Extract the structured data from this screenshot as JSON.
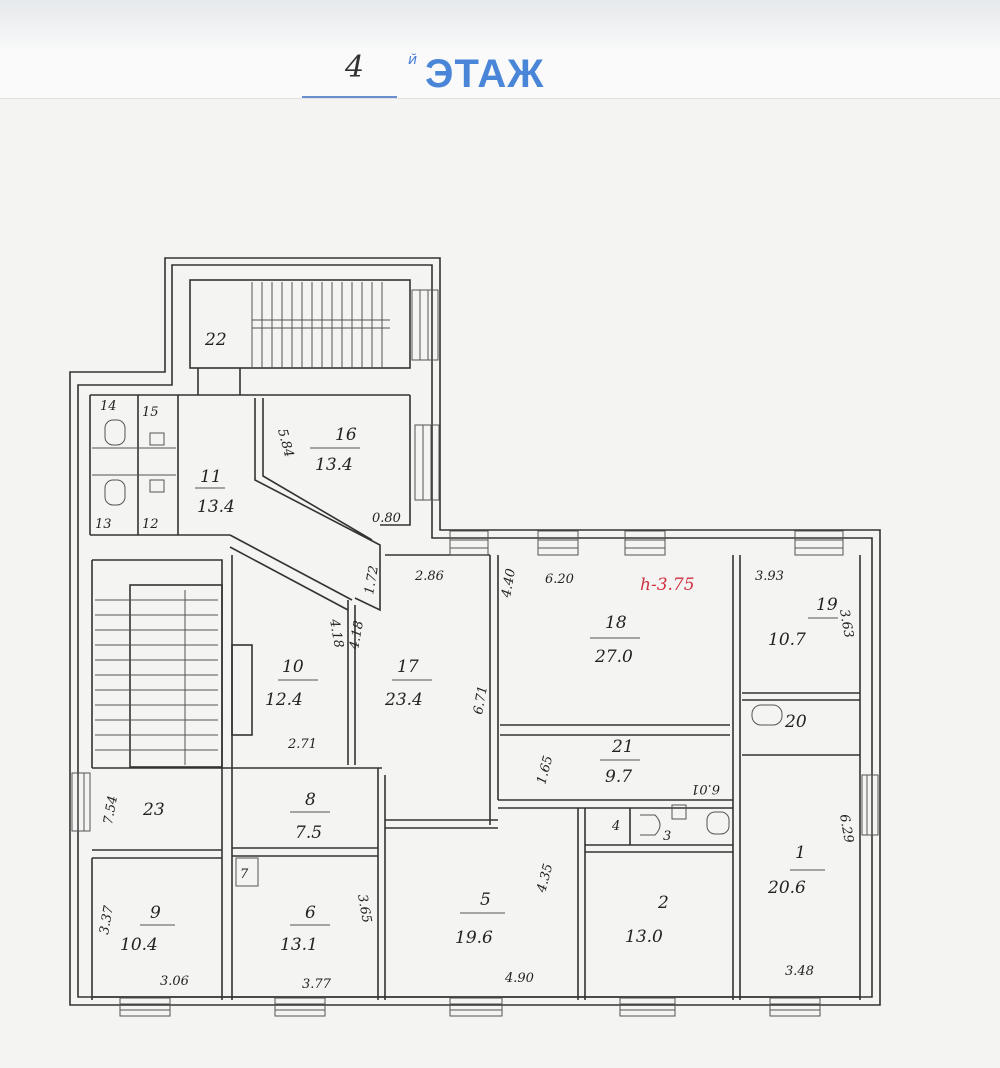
{
  "header": {
    "floor_number": "4",
    "floor_suffix": "й",
    "floor_word": "ЭТАЖ"
  },
  "ceiling_height": "h-3.75",
  "rooms": [
    {
      "number": "22",
      "area": ""
    },
    {
      "number": "14",
      "area": ""
    },
    {
      "number": "15",
      "area": ""
    },
    {
      "number": "13",
      "area": ""
    },
    {
      "number": "12",
      "area": ""
    },
    {
      "number": "11",
      "area": "13.4"
    },
    {
      "number": "16",
      "area": "13.4"
    },
    {
      "number": "10",
      "area": "12.4"
    },
    {
      "number": "17",
      "area": "23.4"
    },
    {
      "number": "18",
      "area": "27.0"
    },
    {
      "number": "19",
      "area": "10.7"
    },
    {
      "number": "20",
      "area": ""
    },
    {
      "number": "21",
      "area": "9.7"
    },
    {
      "number": "23",
      "area": ""
    },
    {
      "number": "8",
      "area": "7.5"
    },
    {
      "number": "7",
      "area": ""
    },
    {
      "number": "9",
      "area": "10.4"
    },
    {
      "number": "6",
      "area": "13.1"
    },
    {
      "number": "5",
      "area": "19.6"
    },
    {
      "number": "4",
      "area": ""
    },
    {
      "number": "3",
      "area": ""
    },
    {
      "number": "2",
      "area": "13.0"
    },
    {
      "number": "1",
      "area": "20.6"
    }
  ],
  "dimensions": [
    "5.84",
    "0.80",
    "1.72",
    "2.86",
    "4.18",
    "4.18",
    "2.71",
    "7.54",
    "3.37",
    "3.06",
    "3.77",
    "3.65",
    "6.71",
    "4.40",
    "6.20",
    "3.93",
    "3.63",
    "1.65",
    "6.01",
    "4.35",
    "4.90",
    "3.48",
    "6.29"
  ]
}
